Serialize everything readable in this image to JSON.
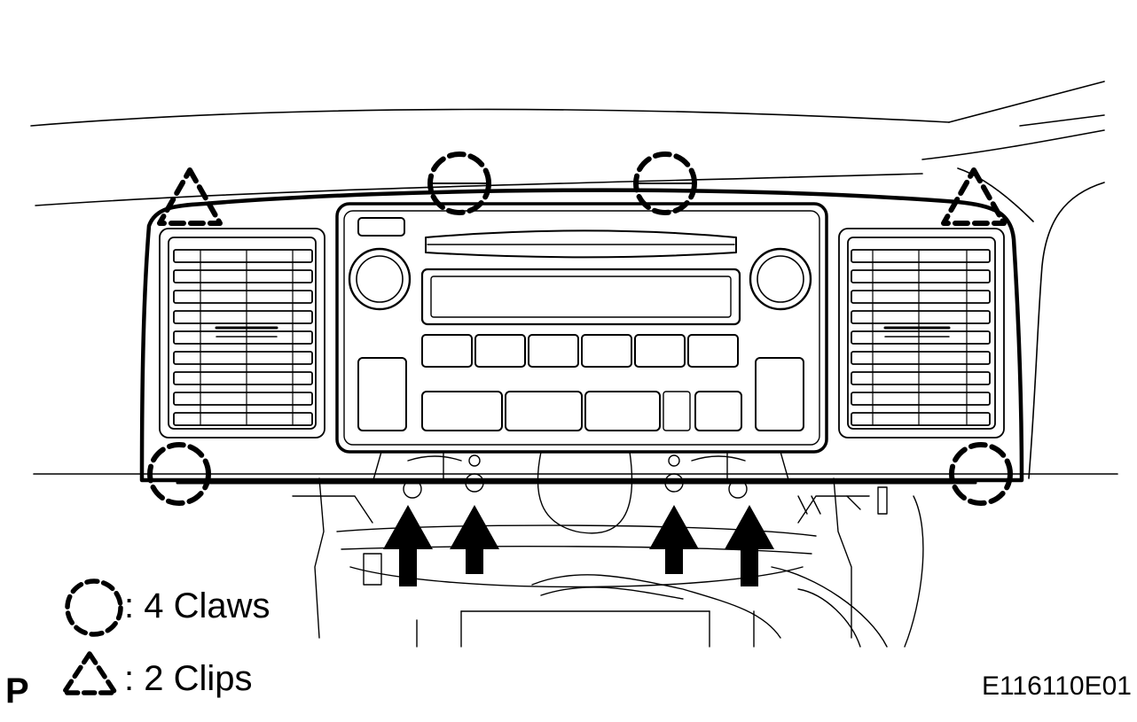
{
  "legend": {
    "claws_label": ": 4 Claws",
    "clips_label": ": 2 Clips"
  },
  "figure_code": "E116110E01",
  "page_letter": "P",
  "icons": {
    "claw": "dashed-circle-icon",
    "clip": "dashed-triangle-icon",
    "arrow": "up-arrow-icon"
  },
  "colors": {
    "line": "#000000",
    "background": "#ffffff"
  }
}
